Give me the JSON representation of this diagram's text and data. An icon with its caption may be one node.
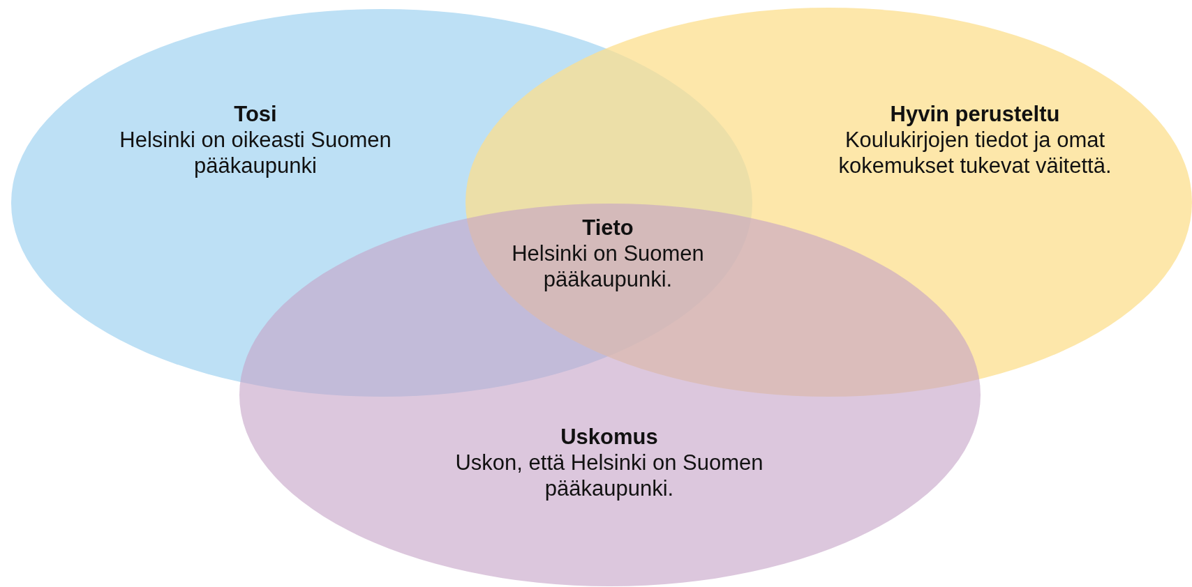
{
  "diagram": {
    "nodes": [
      {
        "text": [
          "Tosi",
          "Helsinki on oikeasti Suomen pääkaupunki"
        ]
      },
      {
        "text": [
          "Hyvin perusteltu",
          "Koulukirjojen tiedot ja omat kokemukset tukevat väitettä."
        ]
      },
      {
        "text": [
          "Uskomus",
          "Uskon, että Helsinki on Suomen pääkaupunki."
        ]
      }
    ],
    "labels": [
      "Tieto",
      "Helsinki on Suomen pääkaupunki."
    ]
  }
}
